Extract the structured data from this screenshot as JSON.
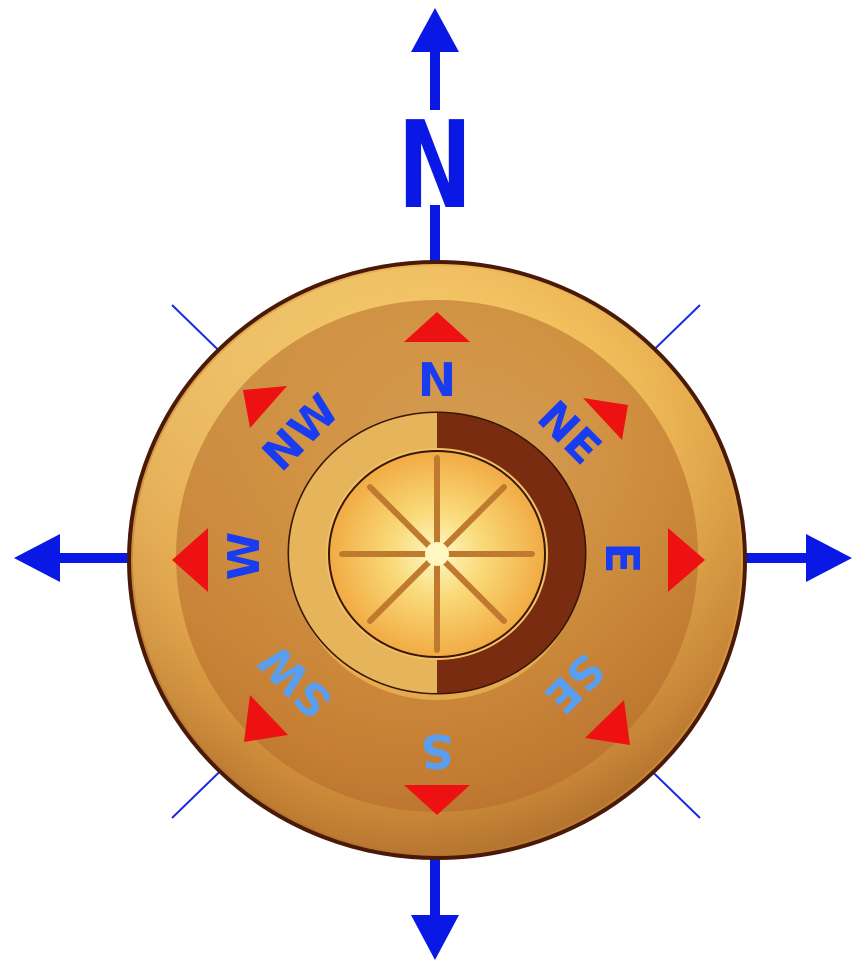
{
  "compass": {
    "top_letter": "N",
    "ring_labels": {
      "n": "N",
      "ne": "NE",
      "e": "E",
      "se": "SE",
      "s": "S",
      "sw": "SW",
      "w": "W",
      "nw": "NW"
    }
  },
  "colors": {
    "arrow_blue": "#0a18e6",
    "label_blue": "#1a3cf0",
    "label_light_blue": "#5a9ef0",
    "marker_red": "#ee1111",
    "outer_ring_tan": "#d99a48",
    "inner_ring_brown": "#6e2a10",
    "center_yellow": "#f7d26a"
  }
}
